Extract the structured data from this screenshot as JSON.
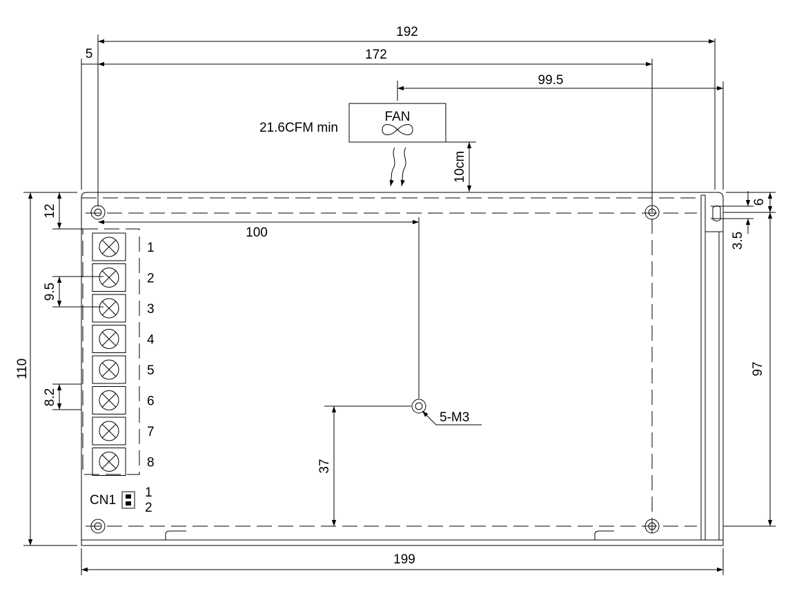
{
  "dimensions": {
    "overall_width": "192",
    "hole_spacing_width": "172",
    "left_offset": "5",
    "fan_offset": "99.5",
    "top_to_terminal": "12",
    "center_hole_x": "100",
    "terminal_pitch_1": "9.5",
    "terminal_pitch_2": "8.2",
    "overall_height": "110",
    "center_hole_y": "37",
    "base_width": "199",
    "right_height": "97",
    "side_top": "6",
    "side_hole": "3.5"
  },
  "fan": {
    "label": "FAN",
    "airflow": "21.6CFM min",
    "clearance": "10cm",
    "symbol": "infinity-icon"
  },
  "mounting": {
    "label": "5-M3"
  },
  "terminals": [
    "1",
    "2",
    "3",
    "4",
    "5",
    "6",
    "7",
    "8"
  ],
  "connector": {
    "label": "CN1",
    "pins": [
      "1",
      "2"
    ]
  }
}
